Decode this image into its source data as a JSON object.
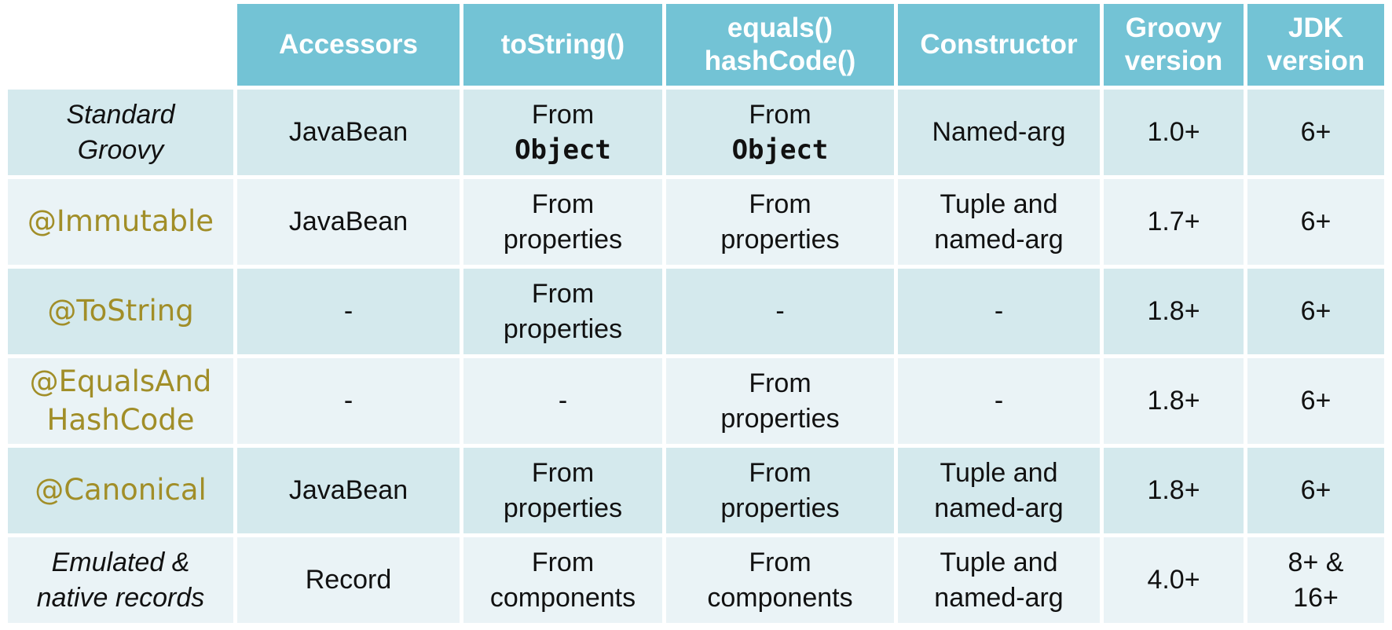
{
  "colors": {
    "header_bg": "#73C3D5",
    "header_text": "#FFFFFF",
    "row_odd_bg": "#D4E9ED",
    "row_even_bg": "#EAF3F6",
    "annotation_label_text": "#A18E28",
    "body_text": "#111111"
  },
  "table": {
    "headers": [
      "Accessors",
      "toString()",
      "equals()\nhashCode()",
      "Constructor",
      "Groovy\nversion",
      "JDK\nversion"
    ],
    "rows": [
      {
        "label": "Standard\nGroovy",
        "label_variant": "italic",
        "cells": [
          {
            "text": "JavaBean"
          },
          {
            "text": "From",
            "code": "Object"
          },
          {
            "text": "From",
            "code": "Object"
          },
          {
            "text": "Named-arg"
          },
          {
            "text": "1.0+"
          },
          {
            "text": "6+"
          }
        ]
      },
      {
        "label": "@Immutable",
        "label_variant": "annotation",
        "cells": [
          {
            "text": "JavaBean"
          },
          {
            "text": "From\nproperties"
          },
          {
            "text": "From\nproperties"
          },
          {
            "text": "Tuple and\nnamed-arg"
          },
          {
            "text": "1.7+"
          },
          {
            "text": "6+"
          }
        ]
      },
      {
        "label": "@ToString",
        "label_variant": "annotation",
        "cells": [
          {
            "text": "-"
          },
          {
            "text": "From\nproperties"
          },
          {
            "text": "-"
          },
          {
            "text": "-"
          },
          {
            "text": "1.8+"
          },
          {
            "text": "6+"
          }
        ]
      },
      {
        "label": "@EqualsAnd\nHashCode",
        "label_variant": "annotation",
        "cells": [
          {
            "text": "-"
          },
          {
            "text": "-"
          },
          {
            "text": "From\nproperties"
          },
          {
            "text": "-"
          },
          {
            "text": "1.8+"
          },
          {
            "text": "6+"
          }
        ]
      },
      {
        "label": "@Canonical",
        "label_variant": "annotation",
        "cells": [
          {
            "text": "JavaBean"
          },
          {
            "text": "From\nproperties"
          },
          {
            "text": "From\nproperties"
          },
          {
            "text": "Tuple and\nnamed-arg"
          },
          {
            "text": "1.8+"
          },
          {
            "text": "6+"
          }
        ]
      },
      {
        "label": "Emulated &\nnative records",
        "label_variant": "italic",
        "cells": [
          {
            "text": "Record"
          },
          {
            "text": "From\ncomponents"
          },
          {
            "text": "From\ncomponents"
          },
          {
            "text": "Tuple and\nnamed-arg"
          },
          {
            "text": "4.0+"
          },
          {
            "text": "8+ &\n16+"
          }
        ]
      }
    ]
  }
}
